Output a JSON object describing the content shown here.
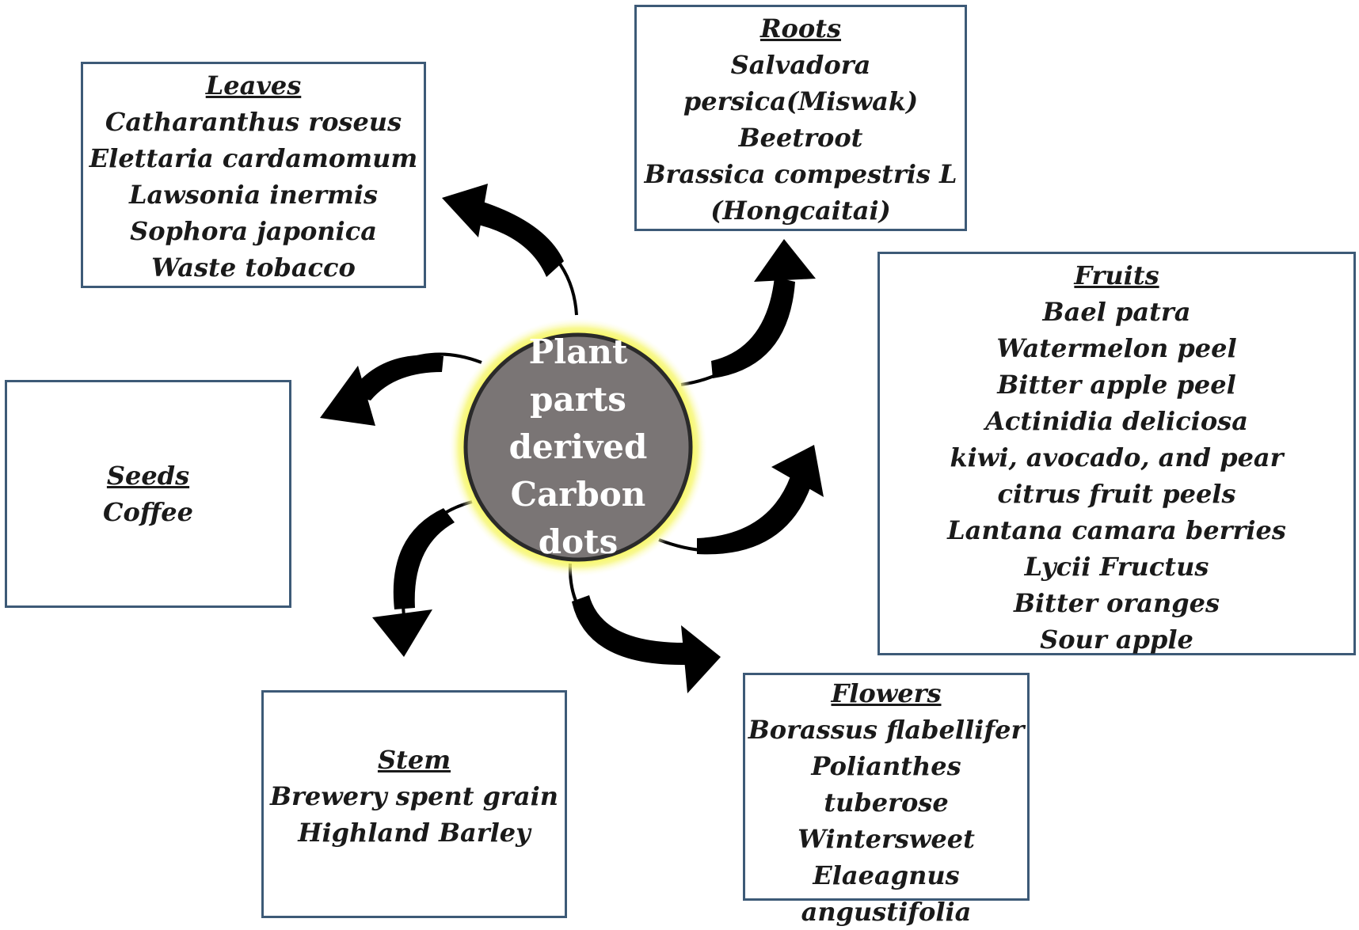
{
  "hub": {
    "lines": [
      "Plant",
      "parts",
      "derived",
      "Carbon",
      "dots"
    ]
  },
  "categories": {
    "leaves": {
      "heading": "Leaves",
      "items": [
        "Catharanthus roseus",
        "Elettaria cardamomum",
        "Lawsonia inermis",
        "Sophora japonica",
        "Waste tobacco"
      ]
    },
    "roots": {
      "heading": "Roots",
      "items": [
        "Salvadora",
        "persica(Miswak)",
        "Beetroot",
        "Brassica compestris  L",
        "(Hongcaitai)"
      ]
    },
    "fruits": {
      "heading": "Fruits",
      "items": [
        "Bael patra",
        "Watermelon peel",
        "Bitter apple peel",
        "Actinidia deliciosa",
        "kiwi, avocado, and pear",
        "citrus fruit peels",
        "Lantana camara berries",
        "Lycii Fructus",
        "Bitter oranges",
        "Sour apple"
      ]
    },
    "seeds": {
      "heading": "Seeds",
      "items": [
        "Coffee"
      ]
    },
    "stem": {
      "heading": "Stem",
      "items": [
        "Brewery spent grain",
        "Highland Barley"
      ]
    },
    "flowers": {
      "heading": "Flowers",
      "items": [
        "Borassus flabellifer",
        "Polianthes tuberose",
        "Wintersweet",
        "Elaeagnus",
        "angustifolia"
      ]
    }
  },
  "colors": {
    "hub_fill": "#7a7575",
    "hub_glow": "#f2f200",
    "box_border": "#3d5a77",
    "arrow": "#000000",
    "text": "#1a1a1a"
  }
}
